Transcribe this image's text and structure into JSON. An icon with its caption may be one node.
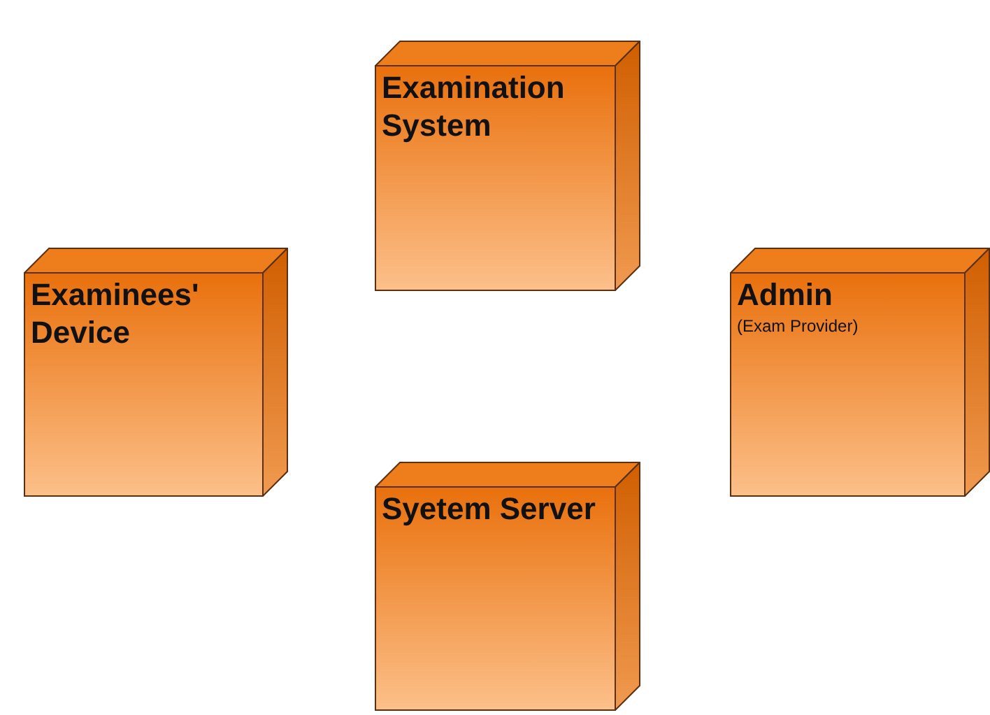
{
  "diagram": {
    "nodes": [
      {
        "text": [
          "Examination System"
        ]
      },
      {
        "text": [
          "Examinees' Device"
        ]
      },
      {
        "text": [
          "Admin",
          "(Exam Provider)"
        ]
      },
      {
        "text": [
          "Syetem Server"
        ]
      }
    ]
  }
}
